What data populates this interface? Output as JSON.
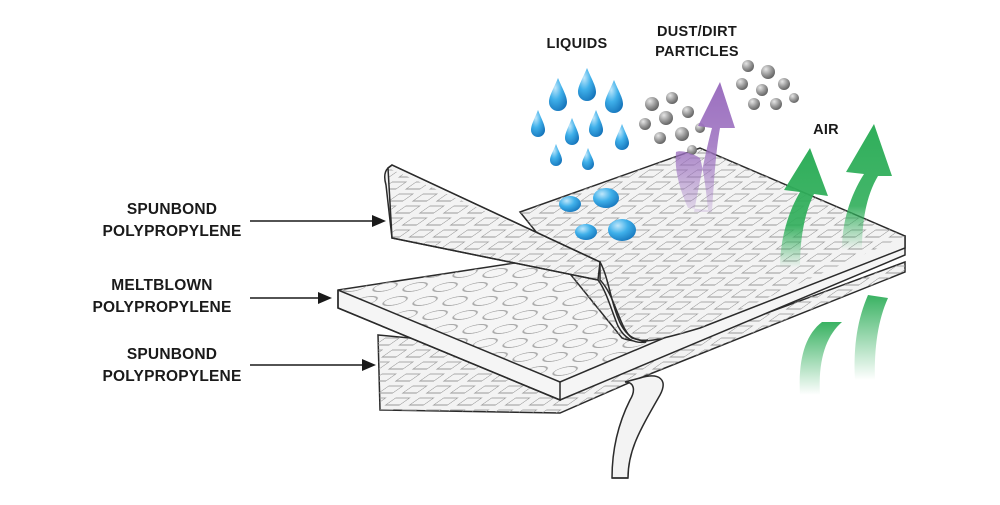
{
  "labels": {
    "top_layer": [
      "SPUNBOND",
      "POLYPROPYLENE"
    ],
    "middle_layer": [
      "MELTBLOWN",
      "POLYPROPYLENE"
    ],
    "bottom_layer": [
      "SPUNBOND",
      "POLYPROPYLENE"
    ],
    "liquids": "LIQUIDS",
    "dust": [
      "DUST/DIRT",
      "PARTICLES"
    ],
    "air": "AIR"
  },
  "colors": {
    "layer_fill": "#f3f3f3",
    "layer_edge": "#2b2b2b",
    "pattern": "#9a9a9a",
    "droplet": "#29a3e0",
    "particle": "#8a8a8a",
    "dust_arrow": "#9b6fbf",
    "air_arrow": "#2fae5a"
  },
  "icons": {
    "droplets": "water-drop-icon",
    "particles": "dust-particle-icon",
    "arrows": "arrow-up-icon"
  }
}
